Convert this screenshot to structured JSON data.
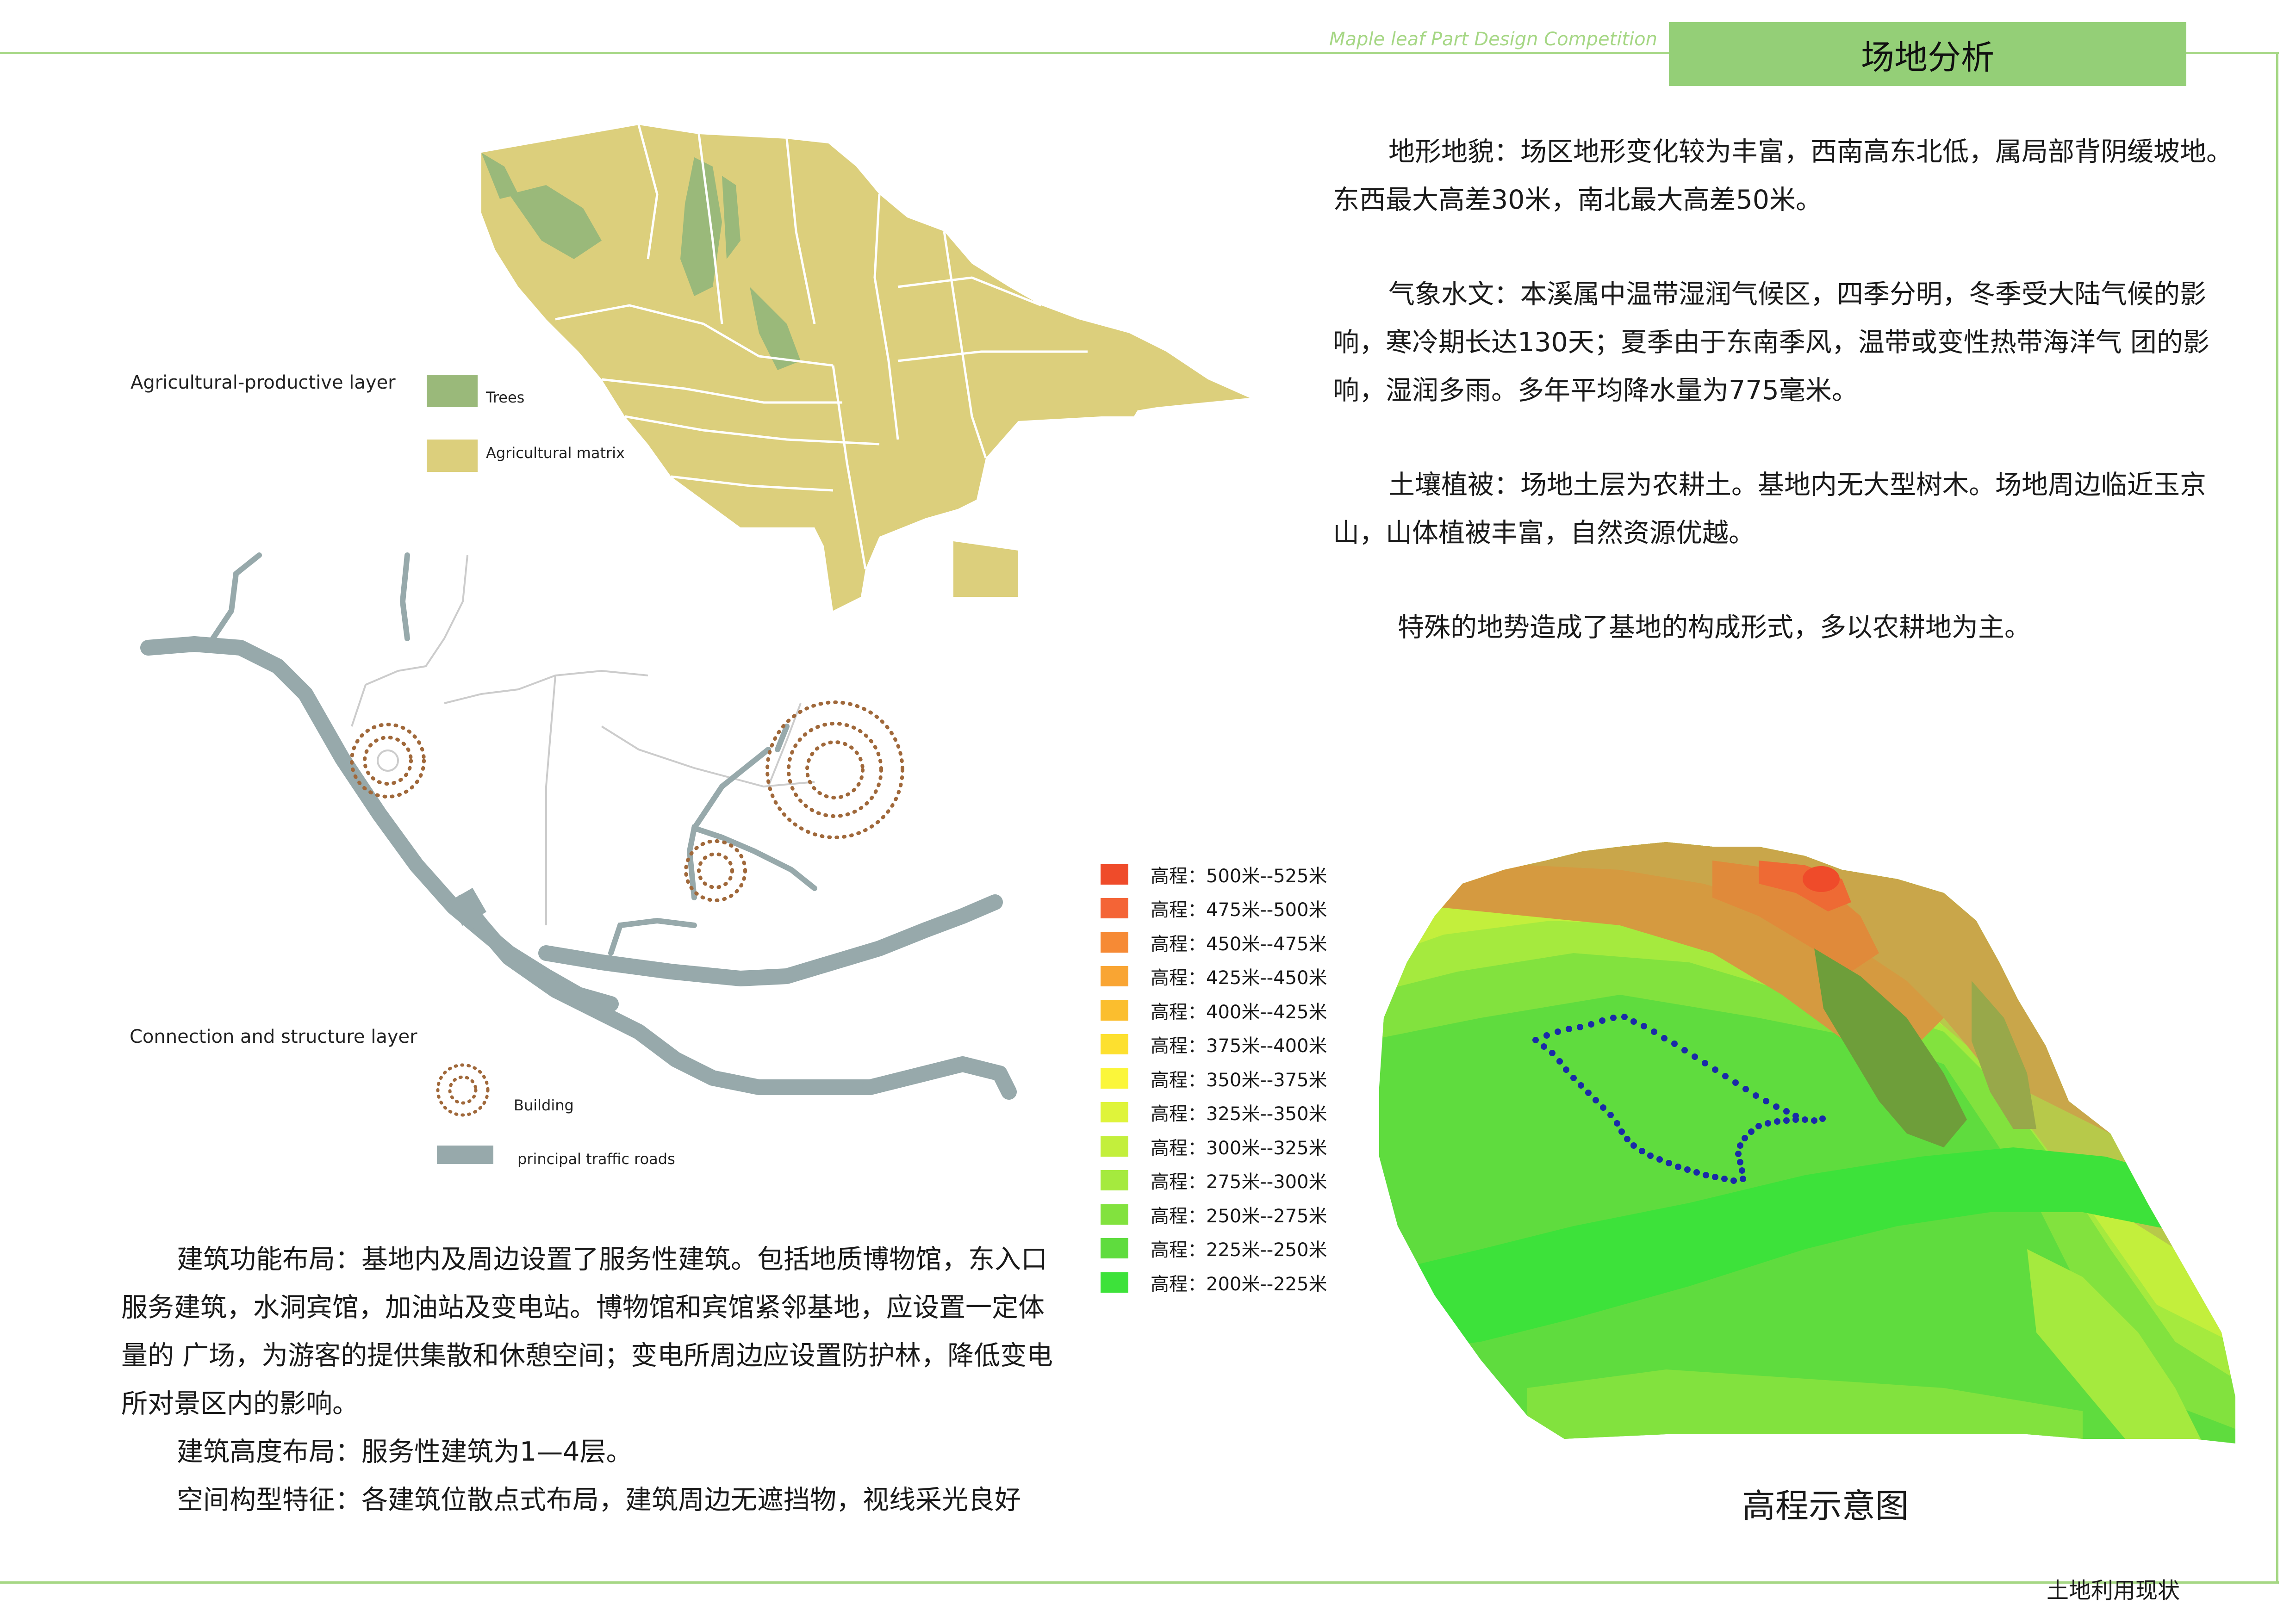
{
  "header": {
    "subtitle": "Maple leaf Part Design Competition",
    "title": "场地分析"
  },
  "analysis_text": {
    "terrain": "地形地貌：场区地形变化较为丰富，西南高东北低，属局部背阴缓坡地。东西最大高差30米，南北最大高差50米。",
    "climate": "气象水文：本溪属中温带湿润气候区，四季分明，冬季受大陆气候的影响，寒冷期长达130天；夏季由于东南季风，温带或变性热带海洋气 团的影响，湿润多雨。多年平均降水量为775毫米。",
    "soil": "土壤植被：场地土层为农耕土。基地内无大型树木。场地周边临近玉京山，山体植被丰富，自然资源优越。",
    "summary": "特殊的地势造成了基地的构成形式，多以农耕地为主。"
  },
  "agricultural_layer": {
    "title": "Agricultural-productive layer",
    "legend": [
      {
        "label": "Trees",
        "color": "#9ab97a"
      },
      {
        "label": "Agricultural matrix",
        "color": "#dccf7c"
      }
    ]
  },
  "connection_layer": {
    "title": "Connection and structure layer",
    "legend": [
      {
        "label": "Building",
        "color": "#a0683a",
        "icon": "dotted-circles-icon"
      },
      {
        "label": "principal traffic roads",
        "color": "#97a9ab",
        "icon": "road-bar-icon"
      }
    ]
  },
  "building_text": {
    "layout": "建筑功能布局：基地内及周边设置了服务性建筑。包括地质博物馆，东入口服务建筑，水洞宾馆，加油站及变电站。博物馆和宾馆紧邻基地，应设置一定体量的 广场，为游客的提供集散和休憩空间；变电所周边应设置防护林，降低变电所对景区内的影响。",
    "height": "建筑高度布局：服务性建筑为1—4层。",
    "space": "空间构型特征：各建筑位散点式布局，建筑周边无遮挡物，视线采光良好"
  },
  "elevation_legend": [
    {
      "label": "高程：500米--525米",
      "color": "#ef4b2a"
    },
    {
      "label": "高程：475米--500米",
      "color": "#f46436"
    },
    {
      "label": "高程：450米--475米",
      "color": "#f68a35"
    },
    {
      "label": "高程：425米--450米",
      "color": "#f9a533"
    },
    {
      "label": "高程：400米--425米",
      "color": "#fbbe2e"
    },
    {
      "label": "高程：375米--400米",
      "color": "#fde02f"
    },
    {
      "label": "高程：350米--375米",
      "color": "#fbf63a"
    },
    {
      "label": "高程：325米--350米",
      "color": "#dff43a"
    },
    {
      "label": "高程：300米--325米",
      "color": "#c3ef3c"
    },
    {
      "label": "高程：275米--300米",
      "color": "#a5ea3e"
    },
    {
      "label": "高程：250米--275米",
      "color": "#82e23e"
    },
    {
      "label": "高程：225米--250米",
      "color": "#5fdc3e"
    },
    {
      "label": "高程：200米--225米",
      "color": "#3de23a"
    }
  ],
  "elevation_map": {
    "caption": "高程示意图"
  },
  "footer": {
    "label": "土地利用现状"
  }
}
